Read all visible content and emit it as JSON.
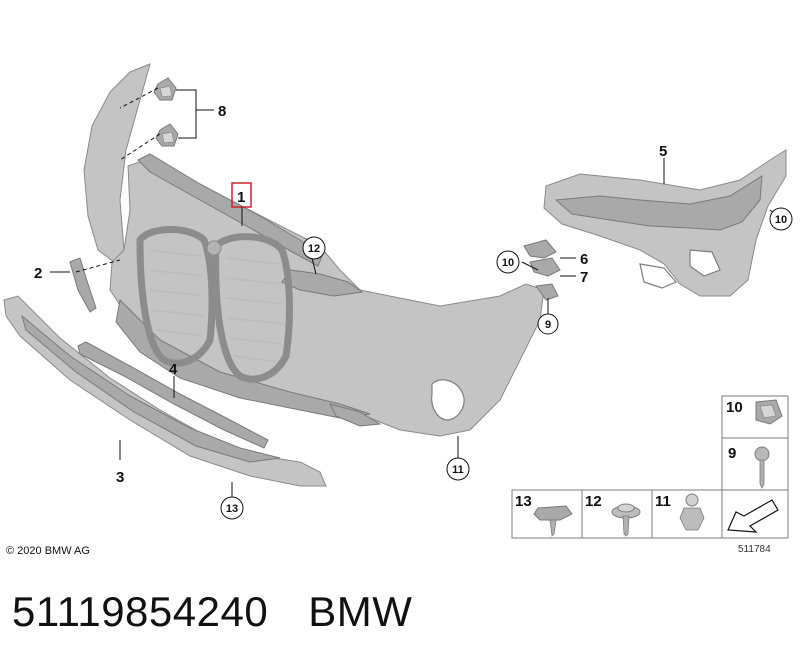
{
  "callouts": {
    "c1": "1",
    "c2": "2",
    "c3": "3",
    "c4": "4",
    "c5": "5",
    "c6": "6",
    "c7": "7",
    "c8": "8",
    "c9": "9",
    "c10a": "10",
    "c10b": "10",
    "c11": "11",
    "c12": "12",
    "c13": "13"
  },
  "legend": {
    "top_right": {
      "label_10": "10",
      "label_9": "9"
    },
    "bottom_row": {
      "label_13": "13",
      "label_12": "12",
      "label_11": "11"
    }
  },
  "copyright": "© 2020 BMW AG",
  "doc_number": "511784",
  "part_number": "51119854240",
  "brand": "BMW",
  "colors": {
    "part_fill": "#c4c4c4",
    "highlight_box": "#d0202f",
    "line": "#111111"
  }
}
